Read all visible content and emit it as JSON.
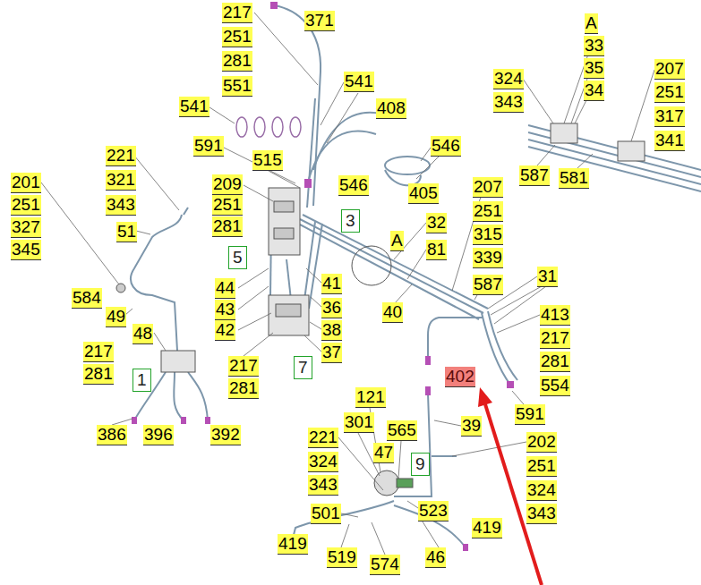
{
  "diagram": {
    "nodes": [
      {
        "text": [
          "3"
        ]
      },
      {
        "text": [
          "5"
        ]
      },
      {
        "text": [
          "7"
        ]
      },
      {
        "text": [
          "1"
        ]
      },
      {
        "text": [
          "9"
        ]
      }
    ],
    "labels": [
      "217",
      "251",
      "281",
      "551",
      "371",
      "A",
      "541",
      "33",
      "324",
      "207",
      "35",
      "343",
      "251",
      "34",
      "541",
      "408",
      "317",
      "341",
      "591",
      "515",
      "546",
      "221",
      "587",
      "581",
      "321",
      "209",
      "546",
      "207",
      "201",
      "405",
      "343",
      "251",
      "251",
      "251",
      "32",
      "281",
      "327",
      "51",
      "315",
      "A",
      "81",
      "345",
      "339",
      "31",
      "41",
      "587",
      "44",
      "584",
      "36",
      "43",
      "40",
      "413",
      "49",
      "42",
      "38",
      "48",
      "217",
      "217",
      "37",
      "281",
      "217",
      "281",
      "402",
      "554",
      "281",
      "121",
      "591",
      "301",
      "39",
      "565",
      "386",
      "396",
      "392",
      "221",
      "202",
      "47",
      "324",
      "251",
      "343",
      "324",
      "523",
      "501",
      "343",
      "419",
      "419",
      "519",
      "46",
      "574"
    ]
  }
}
